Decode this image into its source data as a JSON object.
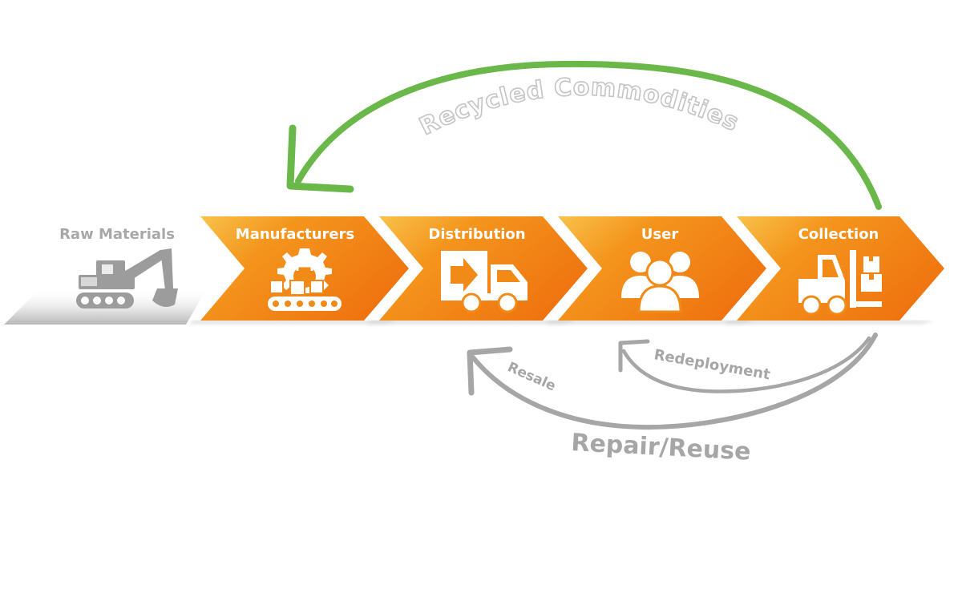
{
  "stages": [
    {
      "label": "Raw Materials",
      "icon": "excavator-icon"
    },
    {
      "label": "Manufacturers",
      "icon": "factory-conveyor-icon"
    },
    {
      "label": "Distribution",
      "icon": "delivery-truck-icon"
    },
    {
      "label": "User",
      "icon": "users-group-icon"
    },
    {
      "label": "Collection",
      "icon": "forklift-icon"
    }
  ],
  "loops": {
    "recycled": "Recycled Commodities",
    "redeployment": "Redeployment",
    "resale": "Resale",
    "repair_reuse": "Repair/Reuse"
  },
  "colors": {
    "green": "#6ab84a",
    "orange_dark": "#f07a12",
    "orange_light": "#f7c54a",
    "gray": "#a6a6a6",
    "gray_light": "#c4c4c4"
  }
}
